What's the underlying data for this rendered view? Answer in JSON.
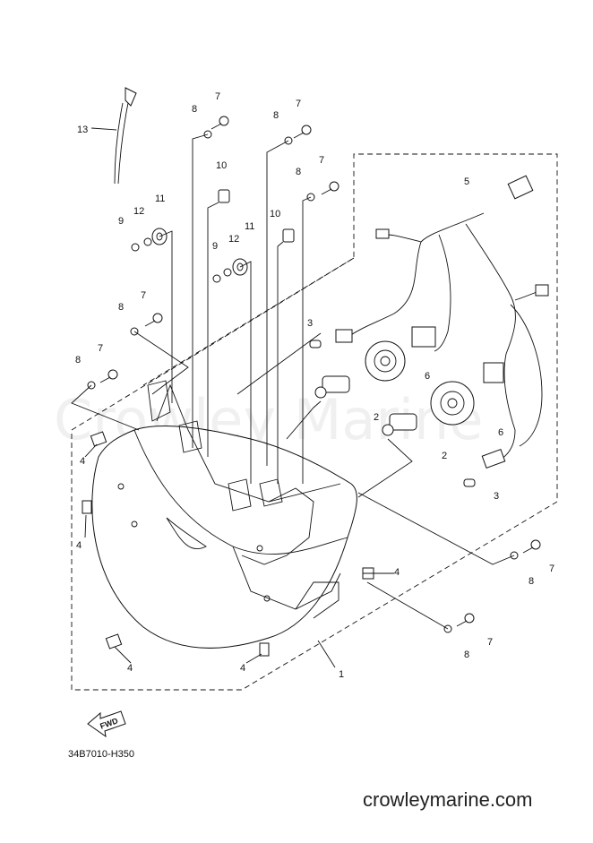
{
  "diagram": {
    "watermark": "Crowley Marine",
    "drawing_code": "34B7010-H350",
    "website": "crowleymarine.com",
    "fwd_label": "FWD",
    "callouts": {
      "c1": "1",
      "c2a": "2",
      "c2b": "2",
      "c3a": "3",
      "c3b": "3",
      "c4a": "4",
      "c4b": "4",
      "c4c": "4",
      "c4d": "4",
      "c4e": "4",
      "c5": "5",
      "c6a": "6",
      "c6b": "6",
      "c7a": "7",
      "c7b": "7",
      "c7c": "7",
      "c7d": "7",
      "c7e": "7",
      "c7f": "7",
      "c7g": "7",
      "c8a": "8",
      "c8b": "8",
      "c8c": "8",
      "c8d": "8",
      "c8e": "8",
      "c8f": "8",
      "c8g": "8",
      "c9a": "9",
      "c9b": "9",
      "c10a": "10",
      "c10b": "10",
      "c11a": "11",
      "c11b": "11",
      "c12a": "12",
      "c12b": "12",
      "c13": "13"
    }
  }
}
